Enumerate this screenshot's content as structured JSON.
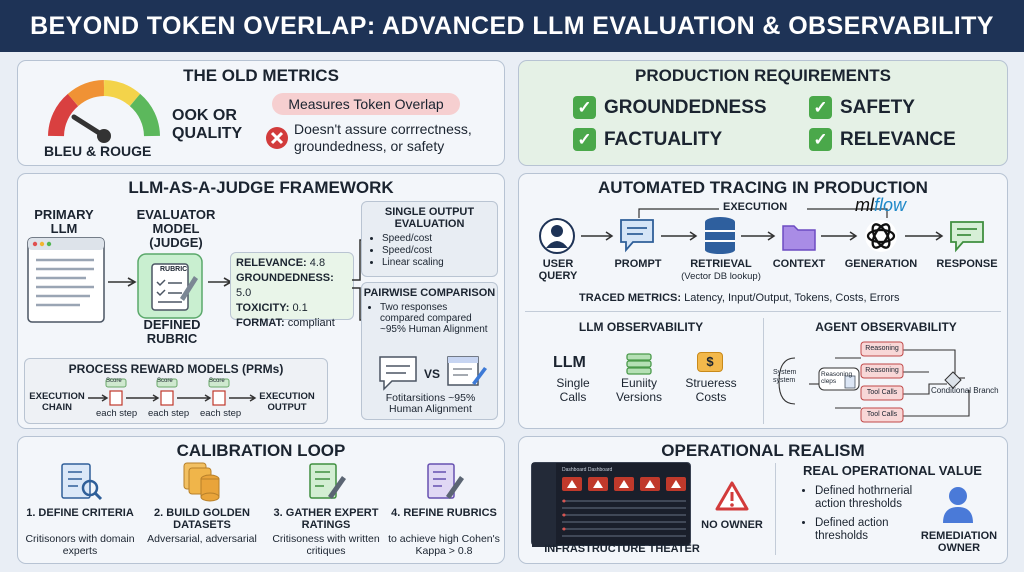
{
  "header": {
    "title": "BEYOND TOKEN OVERLAP: ADVANCED LLM EVALUATION & OBSERVABILITY"
  },
  "old": {
    "title": "THE OLD METRICS",
    "gauge_label": "BLEU & ROUGE",
    "ook": "OOK OR QUALITY",
    "pill": "Measures Token Overlap",
    "x_text": "Doesn't assure corrrectness, groundedness, or safety"
  },
  "prod": {
    "title": "PRODUCTION REQUIREMENTS",
    "items": [
      "GROUNDEDNESS",
      "SAFETY",
      "FACTUALITY",
      "RELEVANCE"
    ]
  },
  "judge": {
    "title": "LLM-AS-A-JUDGE FRAMEWORK",
    "primary": "PRIMARY LLM",
    "evaluator": "EVALUATOR MODEL (JUDGE)",
    "rubric_badge": "RUBRIC",
    "defined_rubric": "DEFINED RUBRIC",
    "scores": [
      {
        "k": "RELEVANCE:",
        "v": "4.8"
      },
      {
        "k": "GROUNDEDNESS:",
        "v": "5.0"
      },
      {
        "k": "TOXICITY:",
        "v": "0.1"
      },
      {
        "k": "FORMAT:",
        "v": "compliant"
      }
    ],
    "single": {
      "title": "SINGLE OUTPUT EVALUATION",
      "bullets": [
        "Speed/cost",
        "Speed/cost",
        "Linear scaling"
      ]
    },
    "pair": {
      "title": "PAIRWISE COMPARISON",
      "bullet": "Two responses compared compared ~95% Human Alignment",
      "vs": "VS",
      "foot": "Fotitarsitions ~95% Human Alignment"
    },
    "prm": {
      "title": "PROCESS REWARD MODELS (PRMs)",
      "chain": "EXECUTION CHAIN",
      "score": "Score",
      "step": "each step",
      "output": "EXECUTION OUTPUT"
    }
  },
  "tracing": {
    "title": "AUTOMATED TRACING IN PRODUCTION",
    "execution": "EXECUTION",
    "mlflow": "ml",
    "mlflow2": "flow",
    "nodes": [
      "USER QUERY",
      "PROMPT",
      "RETRIEVAL",
      "CONTEXT",
      "GENERATION",
      "RESPONSE"
    ],
    "retrieval_sub": "(Vector DB lookup)",
    "metrics_label": "TRACED METRICS:",
    "metrics": "Latency, Input/Output, Tokens, Costs, Errors"
  },
  "llmobs": {
    "title": "LLM OBSERVABILITY",
    "llm": "LLM",
    "items": [
      {
        "l": "Single Calls"
      },
      {
        "l": "Euniity Versions"
      },
      {
        "l": "Strueress Costs"
      }
    ],
    "coin": "$"
  },
  "agentobs": {
    "title": "AGENT OBSERVABILITY",
    "system": "System system",
    "reasoning_steps": "Reasoning cleps",
    "nodes": [
      "Reasoning",
      "Reasoning",
      "Tool Calls",
      "Tool Calls"
    ],
    "branch": "Conditional Branch"
  },
  "calib": {
    "title": "CALIBRATION LOOP",
    "steps": [
      {
        "t": "1. DEFINE CRITERIA",
        "d": "Critisonors with domain experts"
      },
      {
        "t": "2. BUILD GOLDEN DATASETS",
        "d": "Adversarial, adversarial"
      },
      {
        "t": "3. GATHER EXPERT RATINGS",
        "d": "Critisoness with written critiques"
      },
      {
        "t": "4. REFINE RUBRICS",
        "d": "to achieve high Cohen's Kappa > 0.8"
      }
    ]
  },
  "ops": {
    "title": "OPERATIONAL REALISM",
    "dash_title": "Dashboard Dashboard",
    "no_owner": "NO OWNER",
    "theater": "INFRASTRUCTURE THEATER",
    "value_title": "REAL OPERATIONAL VALUE",
    "bullets": [
      "Defined hothrnerial action thresholds",
      "Defined action thresholds"
    ],
    "owner": "REMEDIATION OWNER"
  },
  "colors": {
    "header": "#1e3356",
    "check": "#4aa84a",
    "pill": "#f6cfd0",
    "green_panel": "#e5f1e6",
    "mlflow": "#1e88c8",
    "danger": "#d23b3b"
  }
}
